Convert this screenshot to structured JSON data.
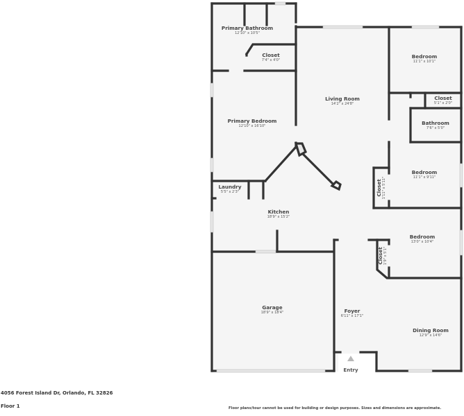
{
  "property": {
    "address": "4056 Forest Island Dr, Orlando, FL 32826",
    "floor": "Floor 1",
    "disclaimer": "Floor plans/tour cannot be used for building or design purposes. Sizes and dimensions are approximate."
  },
  "rooms": [
    {
      "name": "Primary Bathroom",
      "dim": "12'10\" x 10'5\""
    },
    {
      "name": "Closet",
      "dim": "7'4\" x 4'0\""
    },
    {
      "name": "Living Room",
      "dim": "14'2\" x 24'8\""
    },
    {
      "name": "Bedroom",
      "dim": "11'1\" x 10'1\""
    },
    {
      "name": "Closet",
      "dim": "5'1\" x 2'0\""
    },
    {
      "name": "Bathroom",
      "dim": "7'6\" x 5'0\""
    },
    {
      "name": "Primary Bedroom",
      "dim": "12'10\" x 16'10\""
    },
    {
      "name": "Bedroom",
      "dim": "11'1\" x 9'11\""
    },
    {
      "name": "Closet",
      "dim": "1'11\" x 5'11\""
    },
    {
      "name": "Laundry",
      "dim": "5'5\" x 2'3\""
    },
    {
      "name": "Kitchen",
      "dim": "18'9\" x 15'2\""
    },
    {
      "name": "Bedroom",
      "dim": "13'0\" x 10'4\""
    },
    {
      "name": "Closet",
      "dim": "1'9\" x 5'1\""
    },
    {
      "name": "Garage",
      "dim": "18'9\" x 18'4\""
    },
    {
      "name": "Foyer",
      "dim": "6'11\" x 17'1\""
    },
    {
      "name": "Dining Room",
      "dim": "12'9\" x 14'6\""
    }
  ],
  "entry": {
    "label": "Entry",
    "icon": "entry-arrow-icon"
  },
  "colors": {
    "wall": "#333333",
    "floor": "#f5f5f5",
    "window": "#dcdcdc",
    "background": "#ffffff"
  }
}
